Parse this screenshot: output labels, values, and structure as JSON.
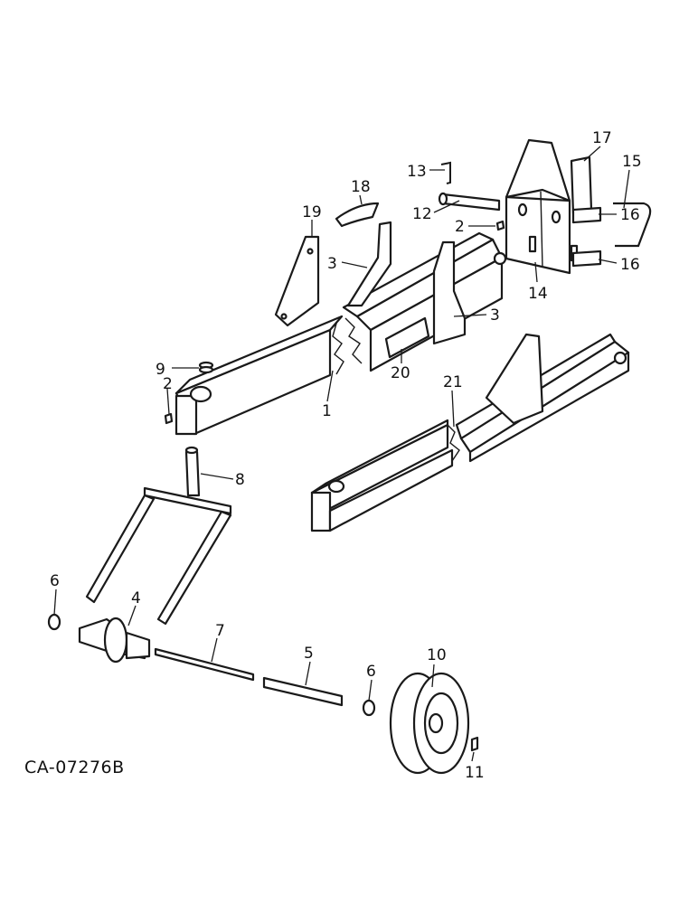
{
  "drawing_id": "CA-07276B",
  "callouts": [
    "1",
    "2",
    "2",
    "3",
    "3",
    "4",
    "5",
    "6",
    "6",
    "7",
    "8",
    "9",
    "10",
    "11",
    "12",
    "13",
    "14",
    "15",
    "16",
    "16",
    "17",
    "18",
    "19",
    "20",
    "21"
  ]
}
